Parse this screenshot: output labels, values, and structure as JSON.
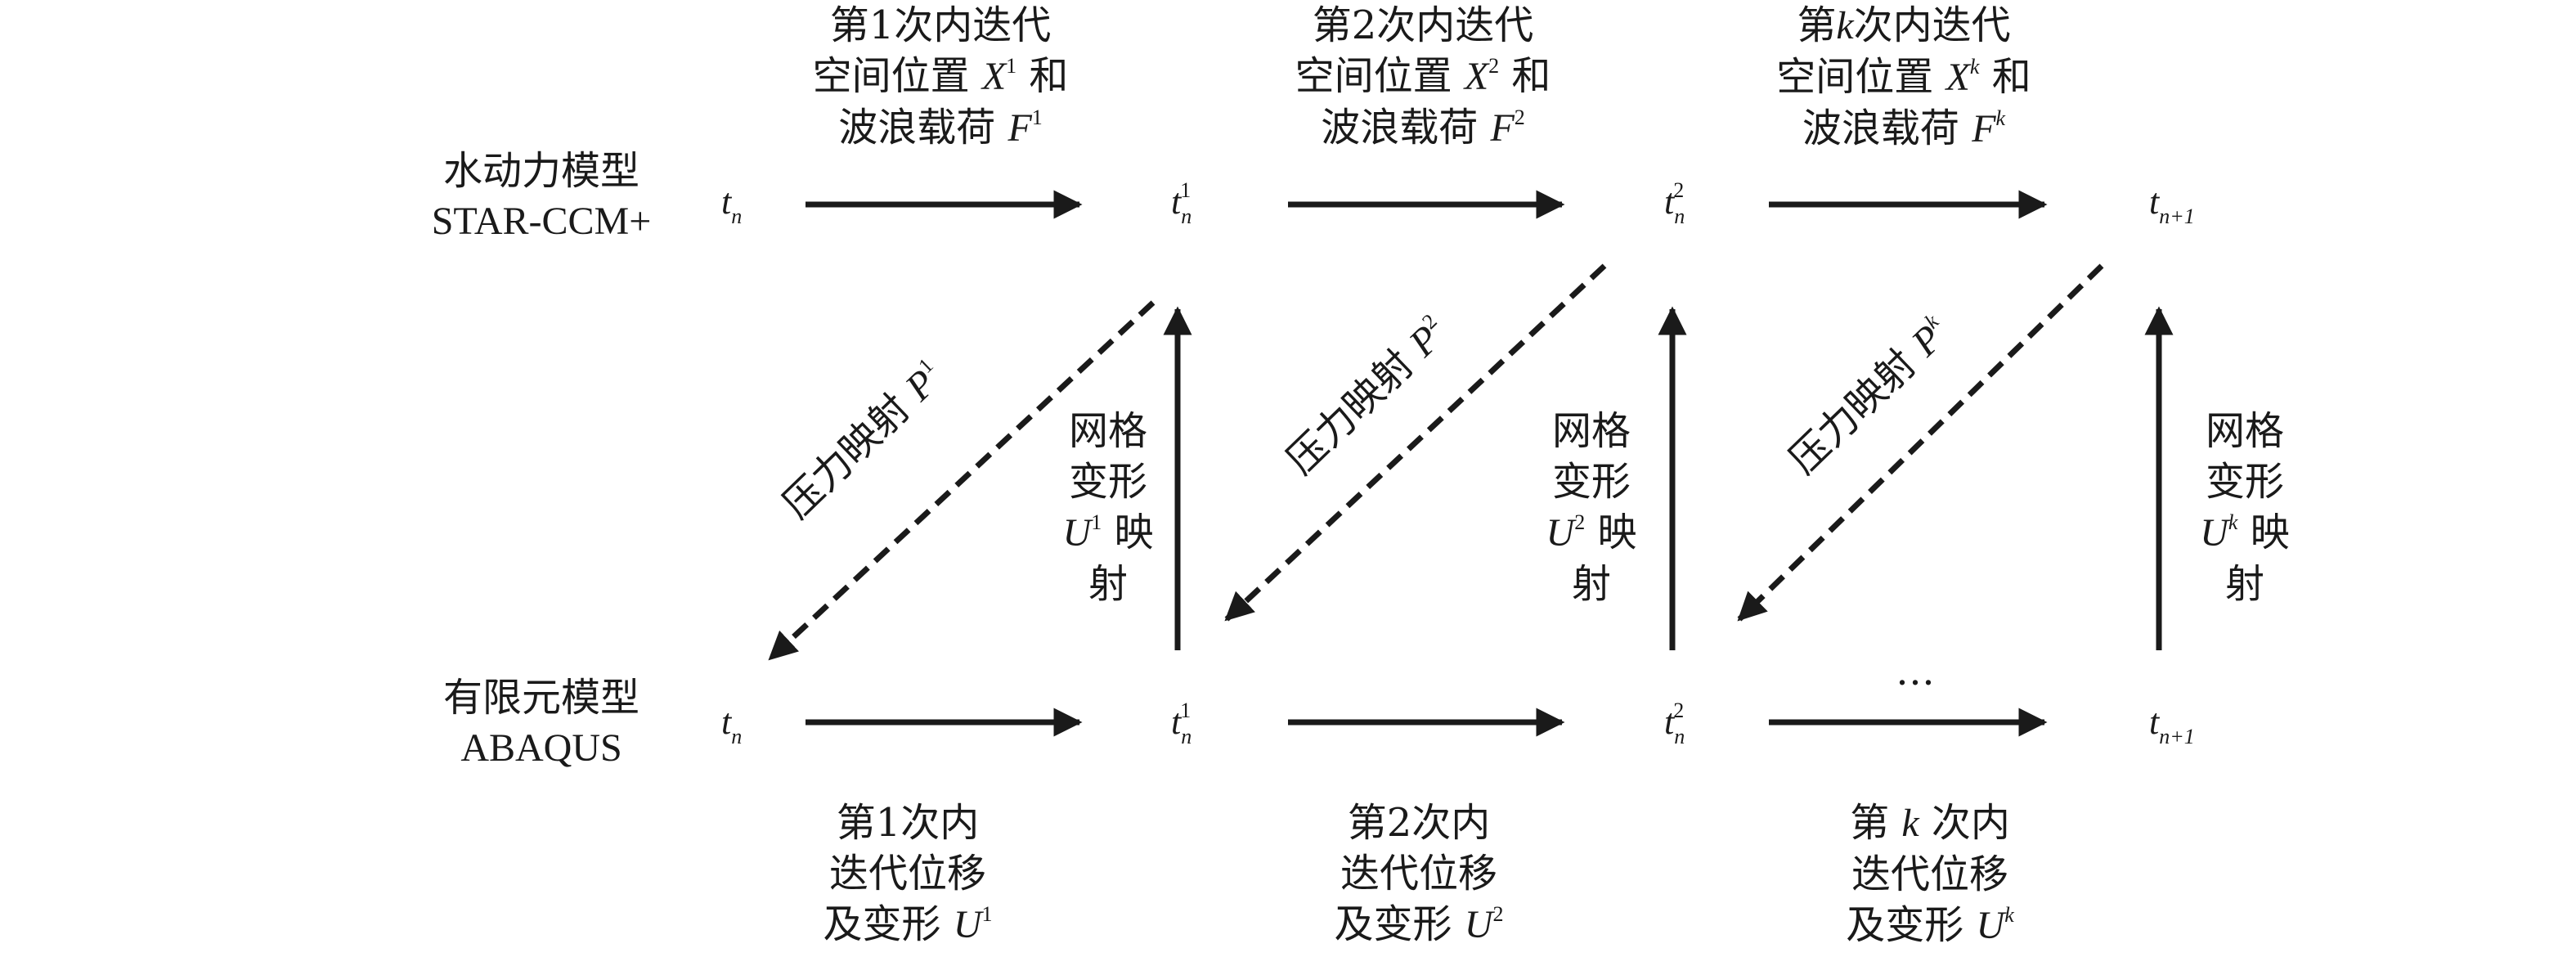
{
  "models": {
    "hydro": {
      "line1": "水动力模型",
      "line2": "STAR-CCM+"
    },
    "fem": {
      "line1": "有限元模型",
      "line2": "ABAQUS"
    }
  },
  "time_labels": {
    "t": "t",
    "n": "n",
    "n_plus_1": "n+1",
    "sup1": "1",
    "sup2": "2"
  },
  "top_iterations": [
    {
      "line1": "第1次内迭代",
      "line2_text": "空间位置 ",
      "line2_var": "X",
      "line2_sup": "1",
      "line2_tail": " 和",
      "line3_text": "波浪载荷 ",
      "line3_var": "F",
      "line3_sup": "1"
    },
    {
      "line1": "第2次内迭代",
      "line2_text": "空间位置 ",
      "line2_var": "X",
      "line2_sup": "2",
      "line2_tail": " 和",
      "line3_text": "波浪载荷 ",
      "line3_var": "F",
      "line3_sup": "2"
    },
    {
      "line1_a": "第",
      "line1_var": "k",
      "line1_b": "次内迭代",
      "line2_text": "空间位置 ",
      "line2_var": "X",
      "line2_sup": "k",
      "line2_tail": " 和",
      "line3_text": "波浪载荷 ",
      "line3_var": "F",
      "line3_sup": "k"
    }
  ],
  "bottom_iterations": [
    {
      "line1": "第1次内",
      "line2": "迭代位移",
      "line3_text": "及变形 ",
      "line3_var": "U",
      "line3_sup": "1"
    },
    {
      "line1": "第2次内",
      "line2": "迭代位移",
      "line3_text": "及变形 ",
      "line3_var": "U",
      "line3_sup": "2"
    },
    {
      "line1_a": "第 ",
      "line1_var": "k",
      "line1_b": " 次内",
      "line2": "迭代位移",
      "line3_text": "及变形 ",
      "line3_var": "U",
      "line3_sup": "k"
    }
  ],
  "mesh_deform": [
    {
      "line1": "网格",
      "line2": "变形",
      "line3_var": "U",
      "line3_sup": "1",
      "line3_tail": " 映",
      "line4": "射"
    },
    {
      "line1": "网格",
      "line2": "变形",
      "line3_var": "U",
      "line3_sup": "2",
      "line3_tail": " 映",
      "line4": "射"
    },
    {
      "line1": "网格",
      "line2": "变形",
      "line3_var": "U",
      "line3_sup": "k",
      "line3_tail": " 映",
      "line4": "射"
    }
  ],
  "pressure_map": [
    {
      "text": "压力映射 ",
      "var": "P",
      "sup": "1"
    },
    {
      "text": "压力映射 ",
      "var": "P",
      "sup": "2"
    },
    {
      "text": "压力映射 ",
      "var": "P",
      "sup": "k"
    }
  ],
  "ellipsis": "…",
  "colors": {
    "stroke": "#1a1a1a",
    "background": "#ffffff"
  }
}
